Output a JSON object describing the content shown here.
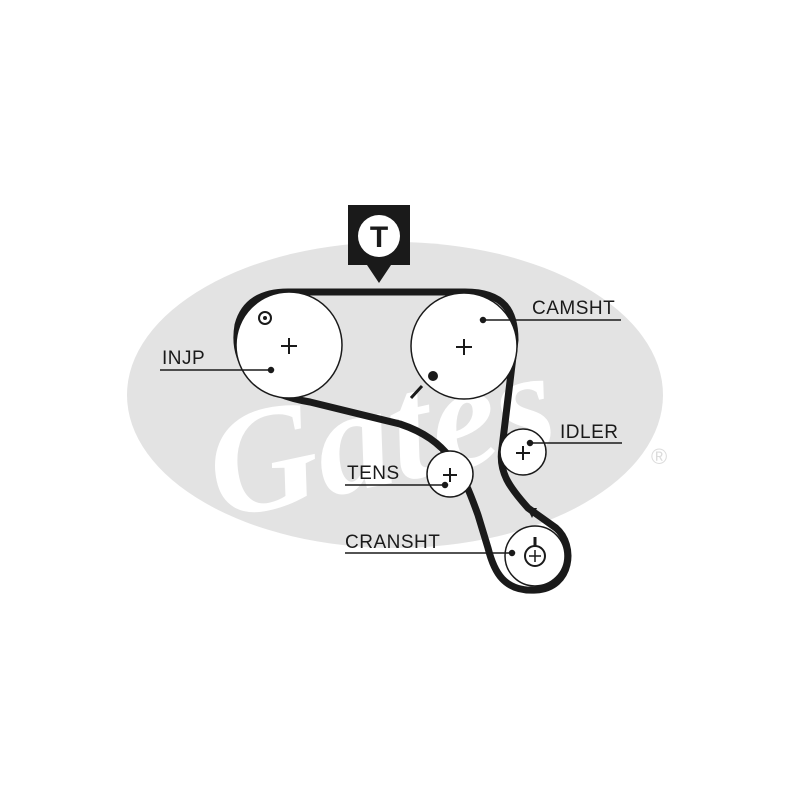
{
  "watermark": {
    "text": "Gates",
    "registered": "®"
  },
  "tension_marker": {
    "label": "T"
  },
  "labels": {
    "camshaft": "CAMSHT",
    "injection_pump": "INJP",
    "idler": "IDLER",
    "tensioner": "TENS",
    "crankshaft": "CRANSHT"
  },
  "colors": {
    "belt": "#1a1a1a",
    "watermark_fill": "#e3e3e3",
    "background": "#ffffff"
  }
}
